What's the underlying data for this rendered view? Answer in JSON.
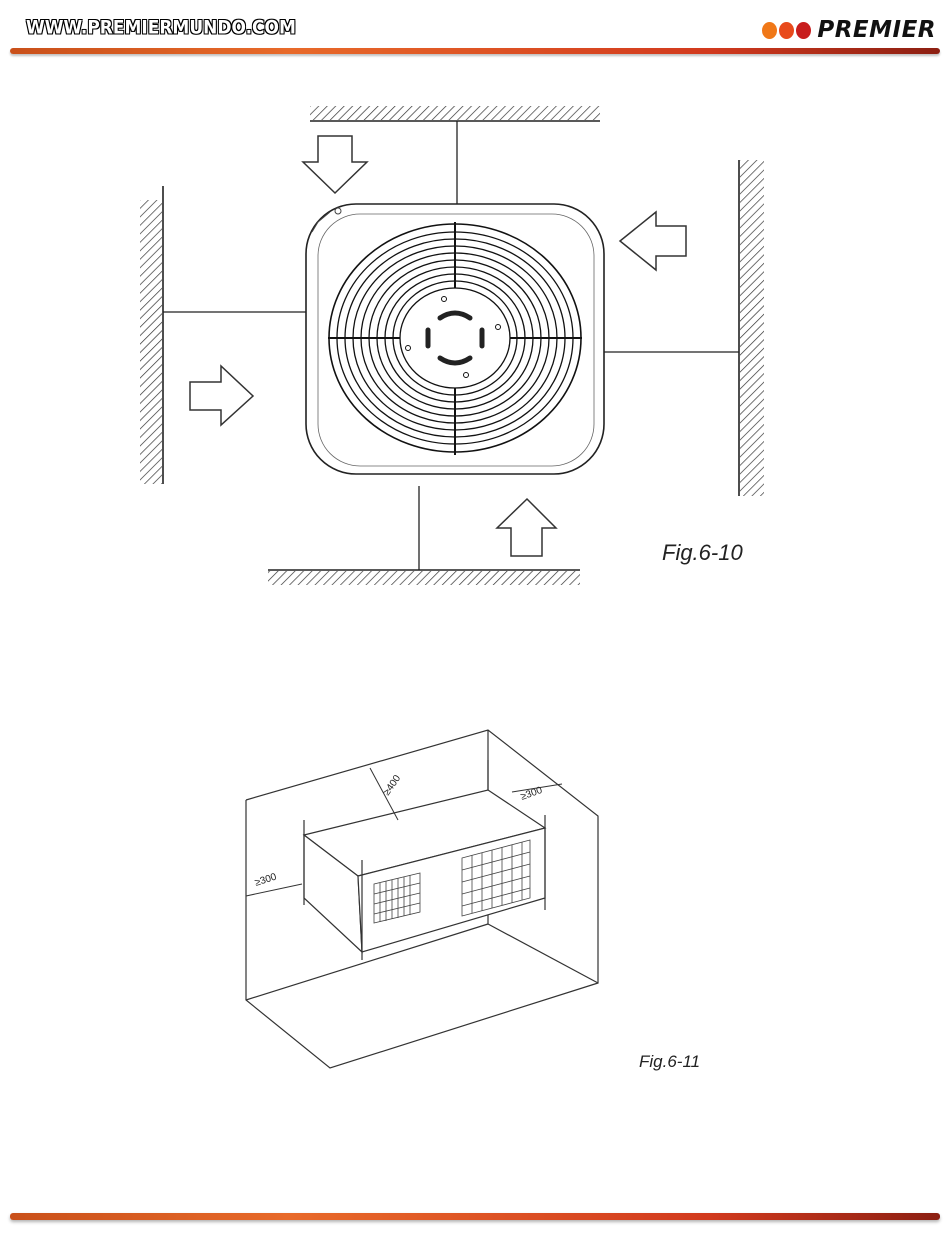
{
  "header": {
    "url": "WWW.PREMIERMUNDO.COM",
    "brand": "PREMIER",
    "dot_colors": [
      "#f07818",
      "#e84a1c",
      "#c81e1e"
    ]
  },
  "figures": {
    "fig1": {
      "caption": "Fig.6-10"
    },
    "fig2": {
      "caption": "Fig.6-11",
      "dim_top": "≥400",
      "dim_right": "≥300",
      "dim_left": "≥300"
    }
  }
}
